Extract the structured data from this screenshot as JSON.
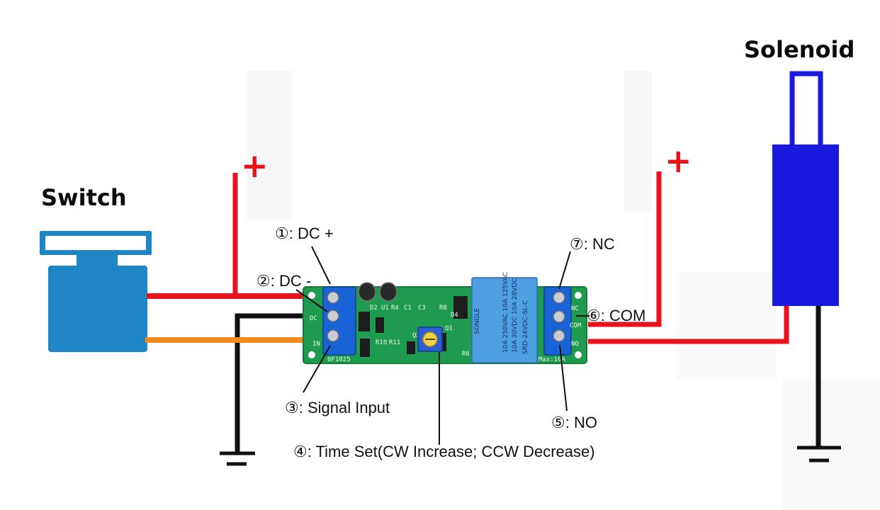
{
  "titles": {
    "switch": "Switch",
    "solenoid": "Solenoid"
  },
  "polarity": {
    "left_plus": "+",
    "right_plus": "+"
  },
  "labels": {
    "dc_plus": "①: DC +",
    "dc_minus": "②: DC -",
    "signal_input": "③: Signal Input",
    "time_set": "④: Time Set(CW Increase; CCW Decrease)",
    "no": "⑤: NO",
    "com": "⑥: COM",
    "nc": "⑦: NC"
  },
  "board": {
    "left_terminal_labels": [
      "DC",
      "IN"
    ],
    "right_terminal_labels": [
      "NC",
      "COM",
      "NO"
    ],
    "model": "0F1025",
    "silk": [
      "D2",
      "U1",
      "R4",
      "C1",
      "C3",
      "R8",
      "D4",
      "R10",
      "R11",
      "Q2",
      "Q1",
      "R6",
      "Max:10A"
    ],
    "relay_brand": "SONGLE",
    "relay_model": "SRD-24VDC-SL-C",
    "relay_ratings": [
      "10A 250VAC 10A 125VAC",
      "10A 30VDC 10A 28VDC"
    ]
  },
  "colors": {
    "positive_wire": "#e8121b",
    "ground_wire": "#111111",
    "signal_wire": "#f28a1d",
    "switch_body": "#1e86c4",
    "solenoid_body": "#1a1adf",
    "pcb": "#1e9b4f",
    "terminal": "#1a63d6",
    "relay": "#4f9fe3"
  },
  "icons": [
    "ground-symbol-icon",
    "potentiometer-icon",
    "screw-terminal-icon",
    "capacitor-icon"
  ]
}
